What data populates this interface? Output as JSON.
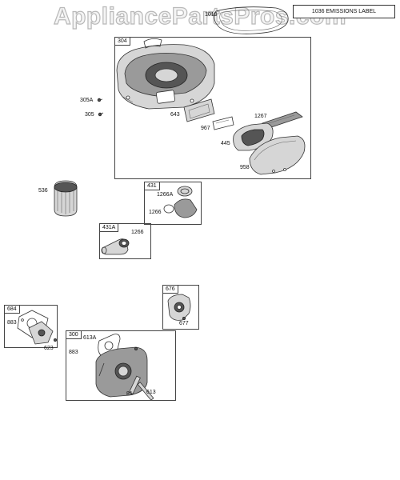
{
  "watermark": "AppliancePartsPros.com",
  "emissions_label": "1036 EMISSIONS LABEL",
  "groups": {
    "g304": "304",
    "g431": "431",
    "g431a": "431A",
    "g676": "676",
    "g684": "684",
    "g300": "300"
  },
  "callouts": {
    "c1019": "1019",
    "c305a": "305A",
    "c305": "305",
    "c643": "643",
    "c967": "967",
    "c1267": "1267",
    "c445": "445",
    "c958": "958",
    "c536": "536",
    "c1266a": "1266A",
    "c1266_431": "1266",
    "c1266_431a": "1266",
    "c677": "677",
    "c883_684": "883",
    "c623": "623",
    "c613a": "613A",
    "c883_300": "883",
    "c81": "81",
    "c613": "613"
  }
}
